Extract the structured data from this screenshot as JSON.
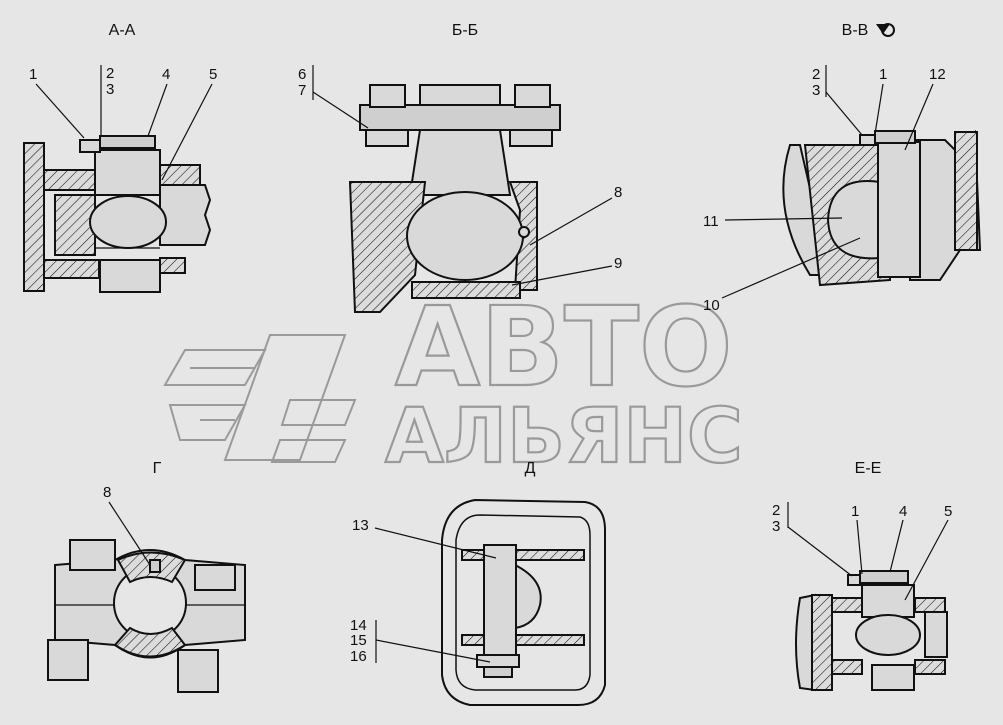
{
  "views": {
    "aa": "А-А",
    "bb": "Б-Б",
    "vv": "В-В",
    "g": "Г",
    "d": "Д",
    "ee": "Е-Е"
  },
  "labels": {
    "aa": [
      "1",
      "2",
      "3",
      "4",
      "5"
    ],
    "bb": [
      "6",
      "7",
      "8",
      "9"
    ],
    "vv": [
      "2",
      "3",
      "1",
      "12",
      "11",
      "10"
    ],
    "g": [
      "8"
    ],
    "d": [
      "13",
      "14",
      "15",
      "16"
    ],
    "ee": [
      "2",
      "3",
      "1",
      "4",
      "5"
    ]
  },
  "watermark": {
    "line1": "АВТО",
    "line2": "АЛЬЯНС"
  },
  "colors": {
    "background": "#e6e6e6",
    "ink": "#111111",
    "watermark": "#9a9a9a"
  },
  "icons": [
    "rotation-icon"
  ]
}
